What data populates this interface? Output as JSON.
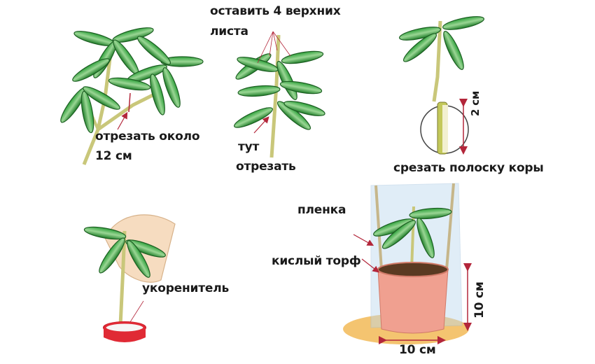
{
  "diagram": {
    "steps": [
      {
        "id": "cut-branch",
        "labels": [
          "отрезать около",
          "12 см"
        ]
      },
      {
        "id": "keep-leaves",
        "labels": [
          "оставить 4 верхних",
          "листа"
        ],
        "cut_label": [
          "тут",
          "отрезать"
        ]
      },
      {
        "id": "strip-bark",
        "labels": [
          "срезать полоску коры"
        ],
        "measure": "2 см"
      },
      {
        "id": "rooting",
        "labels": [
          "укоренитель"
        ]
      },
      {
        "id": "potting",
        "labels": [
          "пленка",
          "кислый торф"
        ],
        "height": "10 см",
        "width": "10 см"
      }
    ]
  },
  "colors": {
    "leaf_dark": "#1e8a2a",
    "leaf_light": "#8fd08a",
    "stem": "#c9c77a",
    "arrow": "#b3263a",
    "pot": "#f0a090",
    "cap": "#e02a35",
    "soil": "#5a3a22",
    "ground": "#f0b040",
    "film": "#bcd8ef"
  }
}
